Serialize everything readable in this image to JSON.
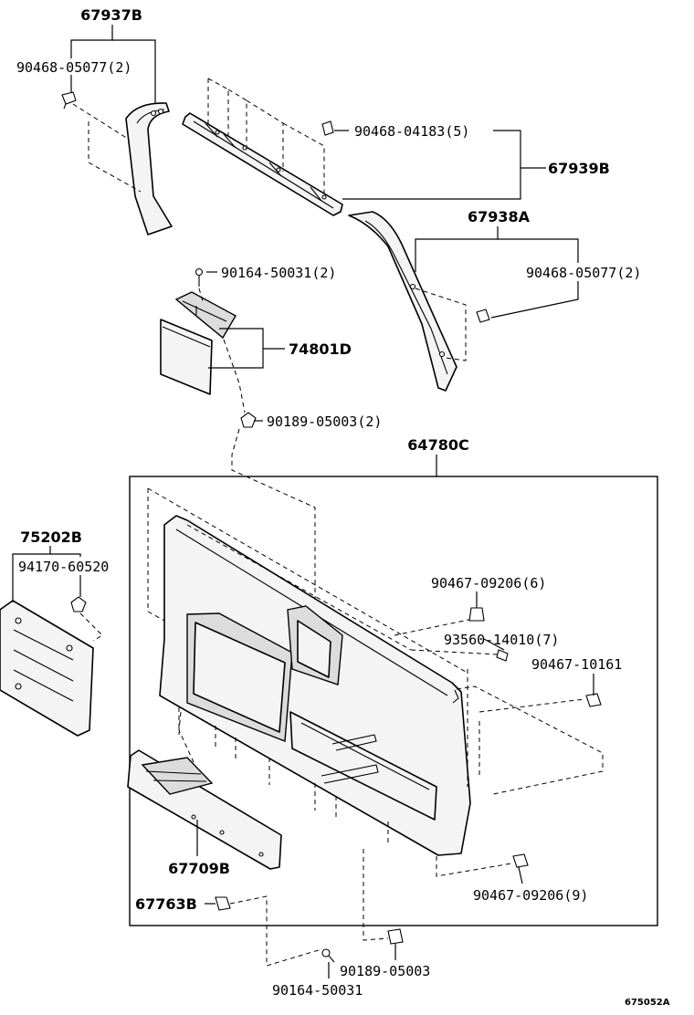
{
  "diagram_id": "675052A",
  "parts": {
    "p67937B": {
      "code": "67937B",
      "icon": "pillar-garnish-left-icon"
    },
    "p90468_05077_left": {
      "code": "90468-05077(2)",
      "icon": "clip-icon"
    },
    "p90468_04183": {
      "code": "90468-04183(5)",
      "icon": "clip-icon"
    },
    "p67939B": {
      "code": "67939B",
      "icon": "header-garnish-icon"
    },
    "p67938A": {
      "code": "67938A",
      "icon": "pillar-garnish-right-icon"
    },
    "p90468_05077_right": {
      "code": "90468-05077(2)",
      "icon": "clip-icon"
    },
    "p90164_50031_top": {
      "code": "90164-50031(2)",
      "icon": "screw-icon"
    },
    "p74801D": {
      "code": "74801D",
      "icon": "pocket-icon"
    },
    "p90189_05003_top": {
      "code": "90189-05003(2)",
      "icon": "nut-icon"
    },
    "p64780C": {
      "code": "64780C",
      "icon": "door-trim-board-icon"
    },
    "p75202B": {
      "code": "75202B",
      "icon": "grille-cover-icon"
    },
    "p94170_60520": {
      "code": "94170-60520",
      "icon": "nut-icon"
    },
    "p90467_09206_6": {
      "code": "90467-09206(6)",
      "icon": "clip-icon"
    },
    "p93560_14010": {
      "code": "93560-14010(7)",
      "icon": "screw-icon"
    },
    "p90467_10161": {
      "code": "90467-10161",
      "icon": "clip-icon"
    },
    "p67709B": {
      "code": "67709B",
      "icon": "speaker-grille-icon"
    },
    "p90467_09206_9": {
      "code": "90467-09206(9)",
      "icon": "clip-icon"
    },
    "p67763B": {
      "code": "67763B",
      "icon": "cap-icon"
    },
    "p90189_05003_bottom": {
      "code": "90189-05003",
      "icon": "nut-icon"
    },
    "p90164_50031_bottom": {
      "code": "90164-50031",
      "icon": "screw-icon"
    }
  }
}
